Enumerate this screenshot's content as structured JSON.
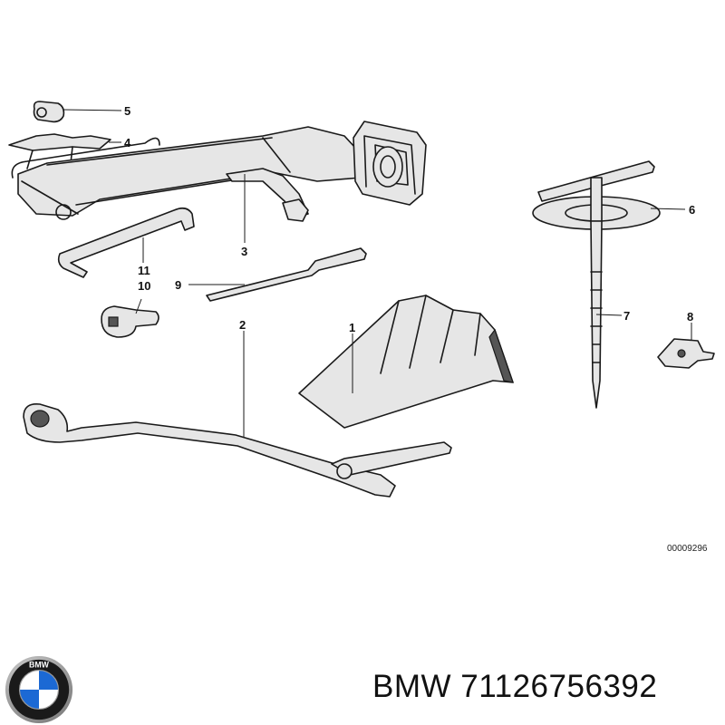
{
  "diagram": {
    "callouts": {
      "c1": "1",
      "c2": "2",
      "c3": "3",
      "c4": "4",
      "c5": "5",
      "c6": "6",
      "c7": "7",
      "c8": "8",
      "c9": "9",
      "c10": "10",
      "c11": "11"
    },
    "reference_code": "00009296"
  },
  "footer": {
    "brand": "BMW",
    "part_number": "71126756392"
  },
  "logo": {
    "name": "bmw-roundel-logo",
    "lettering": "BMW",
    "colors": {
      "blue": "#1c69d4",
      "white": "#ffffff",
      "ring": "#1a1a1a",
      "chrome": "#9a9a9a"
    }
  }
}
